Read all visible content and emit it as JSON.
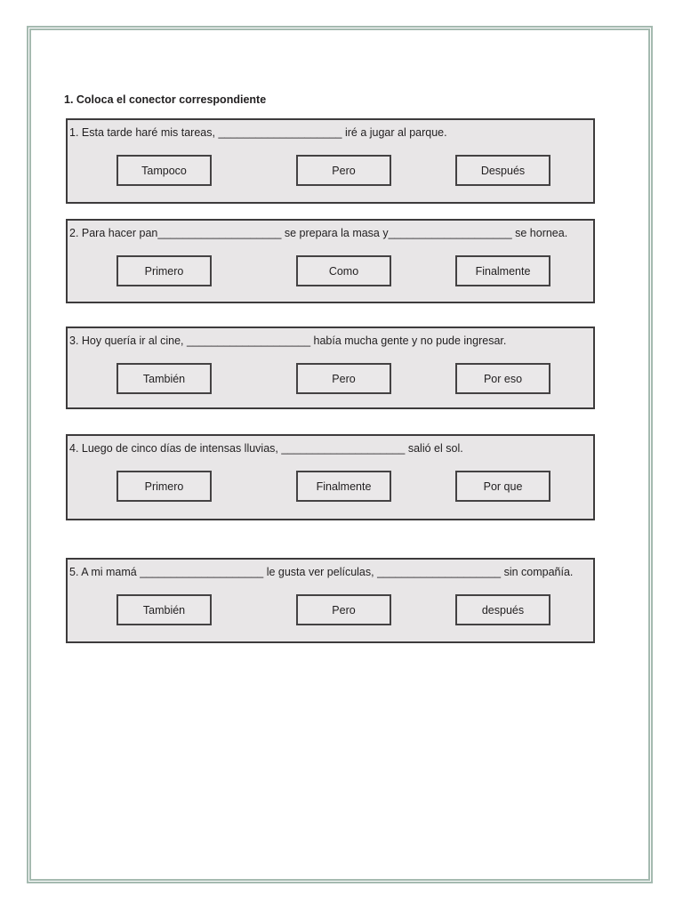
{
  "document": {
    "instruction_title": "1. Coloca el conector correspondiente",
    "frame_border_color": "#a5bab0",
    "question_box_background": "#e8e6e7",
    "question_box_border_color": "#3d3b3c",
    "option_button_background": "#eae8e9",
    "text_color": "#211f20"
  },
  "questions": [
    {
      "number": "1",
      "text": "1. Esta tarde haré mis tareas, ____________________ iré a jugar al parque.",
      "options": [
        "Tampoco",
        "Pero",
        "Después"
      ]
    },
    {
      "number": "2",
      "text": "2. Para hacer pan____________________ se prepara la masa y____________________ se hornea.",
      "options": [
        "Primero",
        "Como",
        "Finalmente"
      ]
    },
    {
      "number": "3",
      "text": "3. Hoy quería ir al cine, ____________________ había mucha gente y no pude ingresar.",
      "options": [
        "También",
        "Pero",
        "Por eso"
      ]
    },
    {
      "number": "4",
      "text": "4. Luego de cinco días de intensas lluvias, ____________________ salió el sol.",
      "options": [
        "Primero",
        "Finalmente",
        "Por que"
      ]
    },
    {
      "number": "5",
      "text": "5. A mi mamá ____________________ le gusta ver películas, ____________________ sin compañía.",
      "options": [
        "También",
        "Pero",
        "después"
      ]
    }
  ]
}
